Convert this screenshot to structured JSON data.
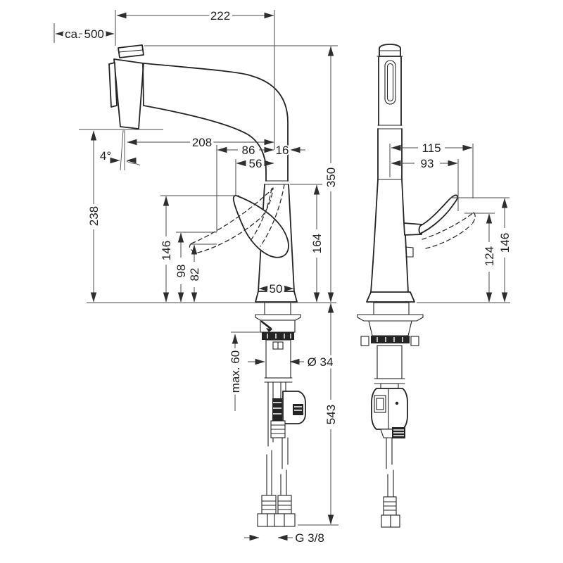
{
  "drawing": {
    "type": "faucet-technical-dimension-drawing",
    "colors": {
      "ink": "#242424",
      "dim_line": "#4a4a4a",
      "background": "#ffffff"
    }
  },
  "dims": {
    "pullout_hose": "ca. 500",
    "total_reach": "222",
    "spray_reach": "208",
    "handle_reach_open": "86",
    "outlet_offset": "16",
    "handle_reach": "56",
    "spray_tilt": "4°",
    "spray_height": "238",
    "handle_height_left": "146",
    "handle_mid_height": "98",
    "handle_low_height": "82",
    "base_width": "50",
    "outlet_height": "164",
    "total_height": "350",
    "counter_thickness": "max. 60",
    "shank_diameter": "Ø 34",
    "hose_drop": "543",
    "connection_thread": "G 3/8",
    "front_reach_open": "115",
    "front_reach": "93",
    "front_handle_low": "124",
    "handle_height_right": "146"
  }
}
